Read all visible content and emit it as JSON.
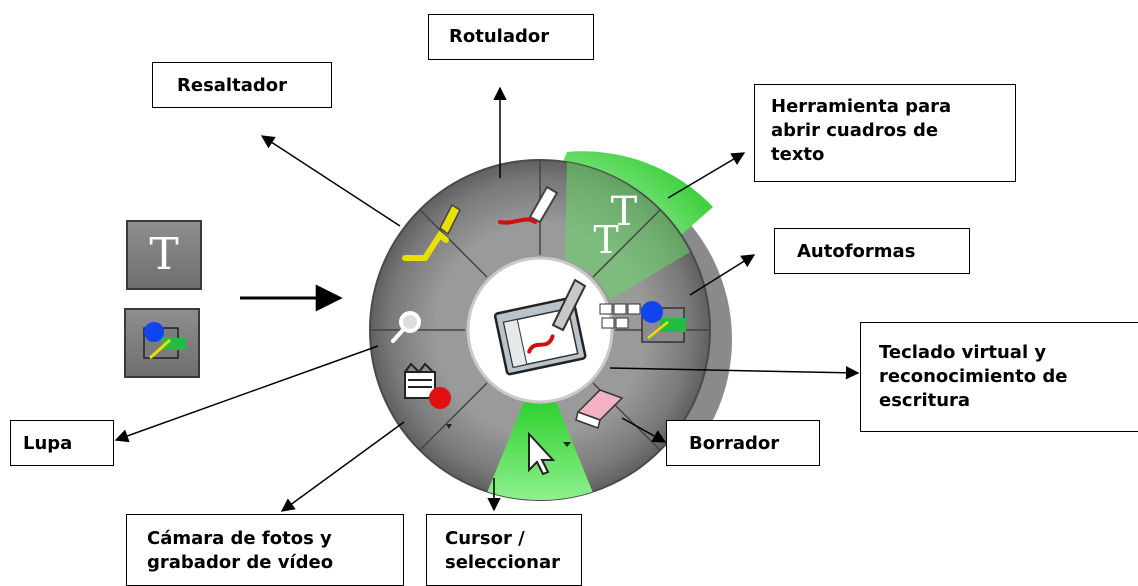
{
  "tools": {
    "resaltador": "Resaltador",
    "rotulador": "Rotulador",
    "texto": "Herramienta para\nabrir cuadros de\ntexto",
    "autoformas": "Autoformas",
    "teclado": "Teclado virtual y\nreconocimiento de\nescritura",
    "lupa": "Lupa",
    "borrador": "Borrador",
    "camara": "Cámara de fotos y\ngrabador de vídeo",
    "cursor": "Cursor /\nseleccionar"
  },
  "icons": {
    "text_tool": "text-T-icon",
    "shapes_tool": "shapes-icon",
    "highlighter": "highlighter-icon",
    "marker": "marker-icon",
    "magnifier": "magnifier-icon",
    "camera": "camera-record-icon",
    "cursor": "cursor-arrow-icon",
    "eraser": "eraser-icon",
    "keyboard": "keyboard-icon",
    "center": "pen-tablet-icon"
  },
  "colors": {
    "menu_gray": "#6c6c6c",
    "active_green": "#33d333",
    "highlighter_yellow": "#e8e000",
    "marker_red": "#d01010"
  },
  "glyphs": {
    "text_T": "T"
  }
}
